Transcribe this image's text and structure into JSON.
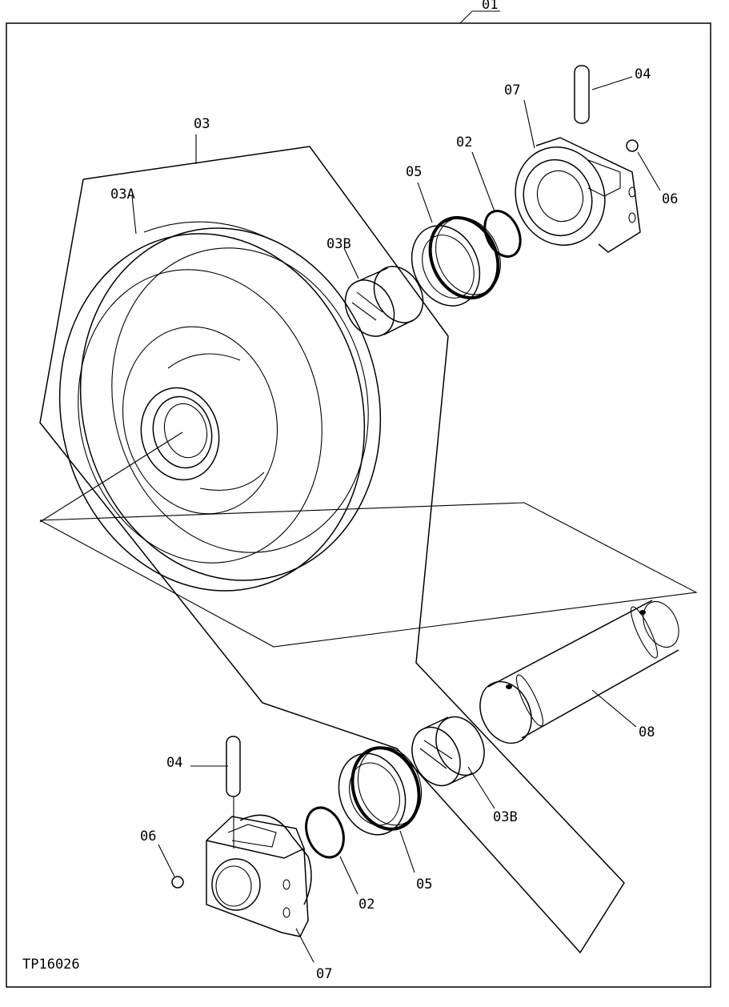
{
  "figure_id": "TP16026",
  "callouts": {
    "assembly": "01",
    "oring_top": "02",
    "oring_bottom": "02",
    "idler": "03",
    "idler_wheel": "03A",
    "bushing_top": "03B",
    "bushing_bottom": "03B",
    "pin_top": "04",
    "pin_bottom": "04",
    "seal_top": "05",
    "seal_bottom": "05",
    "plug_top": "06",
    "plug_bottom": "06",
    "bracket_top": "07",
    "bracket_bottom": "07",
    "shaft": "08"
  }
}
